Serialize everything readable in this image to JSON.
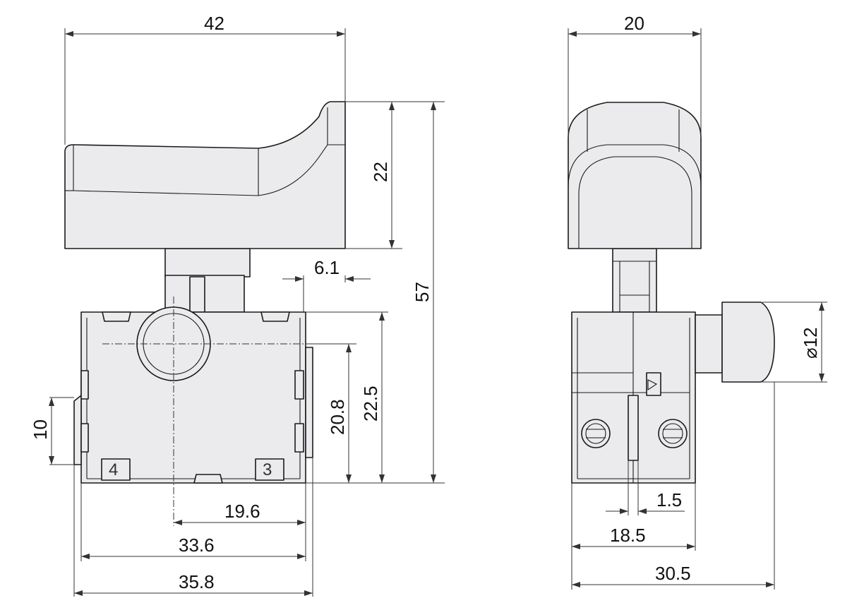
{
  "side_view": {
    "dims": {
      "width_top": "42",
      "trigger_height": "22",
      "total_height": "57",
      "trigger_offset": "6.1",
      "body_height": "22.5",
      "center_height": "20.8",
      "left_tab": "10",
      "center_offset": "19.6",
      "body_width": "33.6",
      "overall_width": "35.8"
    },
    "terminals": {
      "left": "4",
      "right": "3"
    }
  },
  "front_view": {
    "dims": {
      "width_top": "20",
      "knob_diameter": "⌀12",
      "slot_width": "1.5",
      "slot_position": "18.5",
      "overall_depth": "30.5"
    }
  },
  "colors": {
    "part_fill": "#ebebed",
    "line": "#1a1a1a"
  }
}
